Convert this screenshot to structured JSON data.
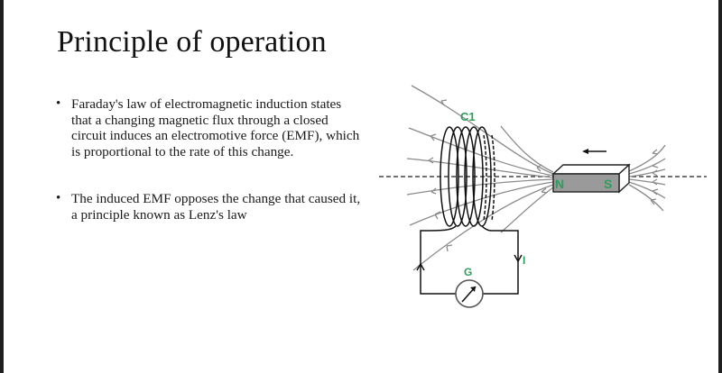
{
  "slide": {
    "title": "Principle of operation",
    "bullets": [
      {
        "marker": "•",
        "text": "Faraday's law of electromagnetic induction states that a changing magnetic flux through a closed circuit induces an electromotive force (EMF), which is proportional to the rate of this change."
      },
      {
        "marker": "•",
        "text": "The induced EMF opposes the change that caused it, a principle known as Lenz's law"
      }
    ]
  },
  "diagram": {
    "coil_label": "C1",
    "magnet_north": "N",
    "magnet_south": "S",
    "galvanometer_label": "G",
    "current_label": "I",
    "colors": {
      "label_green": "#2e9e5b",
      "field_line_gray": "#8a8a8a",
      "wire_black": "#111111",
      "magnet_gray": "#9a9a9a"
    }
  }
}
